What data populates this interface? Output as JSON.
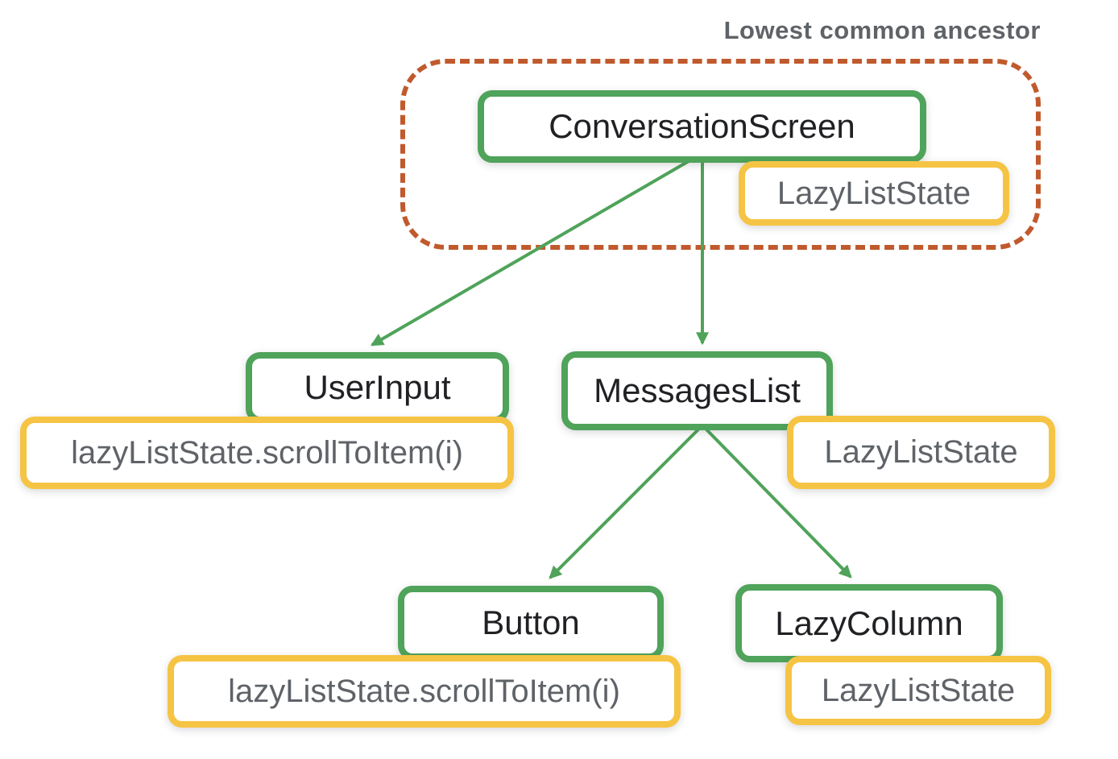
{
  "diagram": {
    "type": "tree",
    "annotation": "Lowest common ancestor",
    "nodes": {
      "conversation_screen": {
        "label": "ConversationScreen",
        "kind": "composable"
      },
      "user_input": {
        "label": "UserInput",
        "kind": "composable"
      },
      "messages_list": {
        "label": "MessagesList",
        "kind": "composable"
      },
      "button": {
        "label": "Button",
        "kind": "composable"
      },
      "lazy_column": {
        "label": "LazyColumn",
        "kind": "composable"
      }
    },
    "states": {
      "conversation_screen_state": {
        "label": "LazyListState"
      },
      "messages_list_state": {
        "label": "LazyListState"
      },
      "lazy_column_state": {
        "label": "LazyListState"
      },
      "user_input_call": {
        "label": "lazyListState.scrollToItem(i)"
      },
      "button_call": {
        "label": "lazyListState.scrollToItem(i)"
      }
    },
    "edges": [
      {
        "from": "ConversationScreen",
        "to": "UserInput"
      },
      {
        "from": "ConversationScreen",
        "to": "MessagesList"
      },
      {
        "from": "MessagesList",
        "to": "Button"
      },
      {
        "from": "MessagesList",
        "to": "LazyColumn"
      }
    ],
    "lowest_common_ancestor_contains": [
      "ConversationScreen",
      "LazyListState"
    ],
    "colors": {
      "composable_border": "#4FA35A",
      "state_border": "#F6C444",
      "ancestor_outline": "#C05A2D",
      "composable_text": "#202124",
      "state_text": "#5F6368",
      "edge": "#4FA35A"
    }
  }
}
